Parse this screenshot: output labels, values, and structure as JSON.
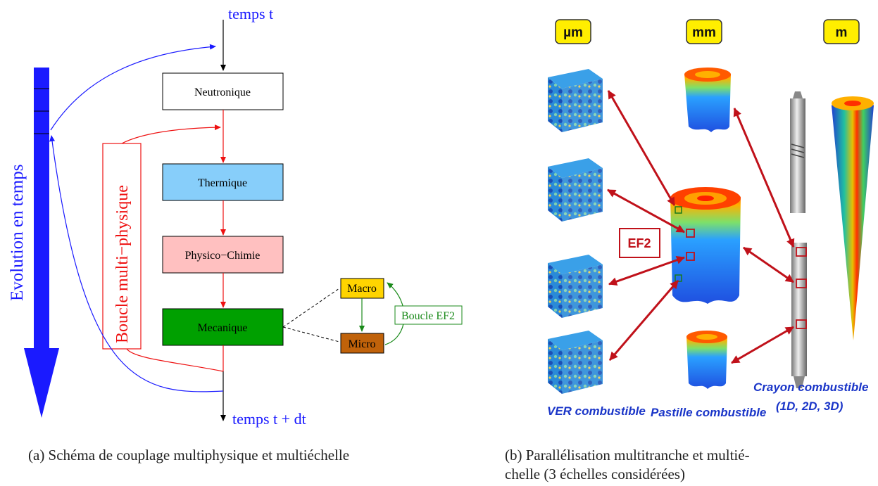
{
  "left_diagram": {
    "time_start": "temps t",
    "time_end": "temps t + dt",
    "evolution_label": "Evolution en temps",
    "loop_label": "Boucle multi−physique",
    "boxes": {
      "neutronique": "Neutronique",
      "thermique": "Thermique",
      "physico": "Physico−Chimie",
      "mecanique": "Mecanique",
      "macro": "Macro",
      "micro": "Micro"
    },
    "ef2_loop_label": "Boucle EF2",
    "colors": {
      "blue": "#1a1aff",
      "red": "#ee1111",
      "green": "#1a8a1a",
      "thermique_fill": "#87cefa",
      "physico_fill": "#ffc0c0",
      "mecanique_fill": "#00a000",
      "macro_fill": "#ffd400",
      "micro_fill": "#c0620a"
    }
  },
  "right_figure": {
    "scales": [
      "µm",
      "mm",
      "m"
    ],
    "ef2_label": "EF2",
    "ver_label": "VER combustible",
    "pastille_label": "Pastille combustible",
    "crayon_label_line1": "Crayon combustible",
    "crayon_label_line2": "(1D, 2D, 3D)"
  },
  "captions": {
    "a": "(a) Schéma de couplage multiphysique et multiéchelle",
    "b_line1": "(b) Parallélisation multitranche et multié-",
    "b_line2": "chelle (3 échelles considérées)"
  }
}
